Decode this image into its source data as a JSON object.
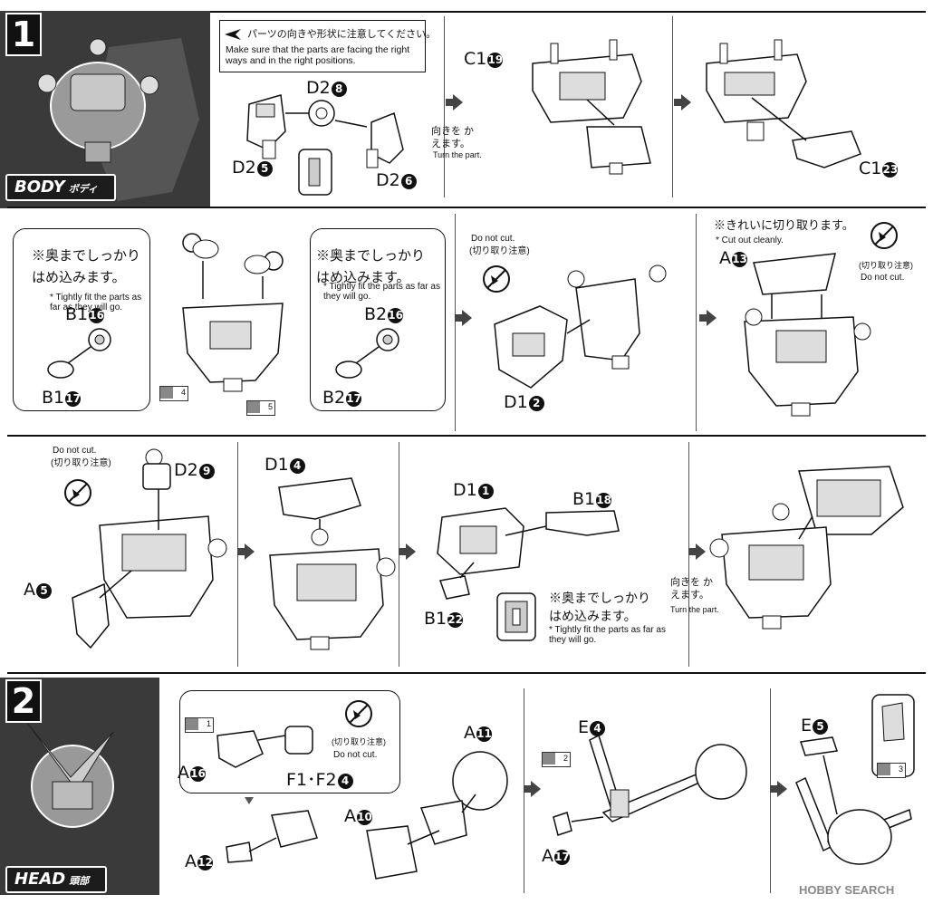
{
  "step1": {
    "number": "1",
    "section": "BODY",
    "section_sub": "ボディ",
    "warning_jp": "パーツの向きや形状に注意してください。",
    "warning_en": "Make sure that the parts are facing the right ways and in the right positions.",
    "turn_jp": "向きを かえます。",
    "turn_en": "Turn the part.",
    "tight_jp": "※奥までしっかり はめ込みます。",
    "tight_en": "* Tightly fit the parts as far as they will go.",
    "cut_jp": "※きれいに切り取ります。",
    "cut_en": "* Cut out cleanly.",
    "donot_en": "Do not cut.",
    "donot_jp": "(切り取り注意)",
    "labels": {
      "d2_8": [
        "D2",
        "8"
      ],
      "d2_5": [
        "D2",
        "5"
      ],
      "d2_6": [
        "D2",
        "6"
      ],
      "c1_19": [
        "C1",
        "19"
      ],
      "c1_23": [
        "C1",
        "23"
      ],
      "b1_16": [
        "B1",
        "16"
      ],
      "b1_17": [
        "B1",
        "17"
      ],
      "b2_16": [
        "B2",
        "16"
      ],
      "b2_17": [
        "B2",
        "17"
      ],
      "d1_2": [
        "D1",
        "2"
      ],
      "a_13": [
        "A",
        "13"
      ],
      "d2_9": [
        "D2",
        "9"
      ],
      "a_5": [
        "A",
        "5"
      ],
      "d1_4": [
        "D1",
        "4"
      ],
      "d1_1": [
        "D1",
        "1"
      ],
      "b1_18": [
        "B1",
        "18"
      ],
      "b1_22": [
        "B1",
        "22"
      ]
    },
    "tag_4": "4",
    "tag_5": "5"
  },
  "step2": {
    "number": "2",
    "section": "HEAD",
    "section_sub": "頭部",
    "labels": {
      "a_16": [
        "A",
        "16"
      ],
      "f1f2_4": [
        "F1･F2",
        "4"
      ],
      "a_12": [
        "A",
        "12"
      ],
      "a_11": [
        "A",
        "11"
      ],
      "a_10": [
        "A",
        "10"
      ],
      "e_4": [
        "E",
        "4"
      ],
      "a_17": [
        "A",
        "17"
      ],
      "e_5": [
        "E",
        "5"
      ]
    },
    "tag_1": "1",
    "tag_2": "2",
    "tag_3": "3",
    "donot_en": "Do not cut.",
    "donot_jp": "(切り取り注意)"
  },
  "watermark": "HOBBY SEARCH"
}
